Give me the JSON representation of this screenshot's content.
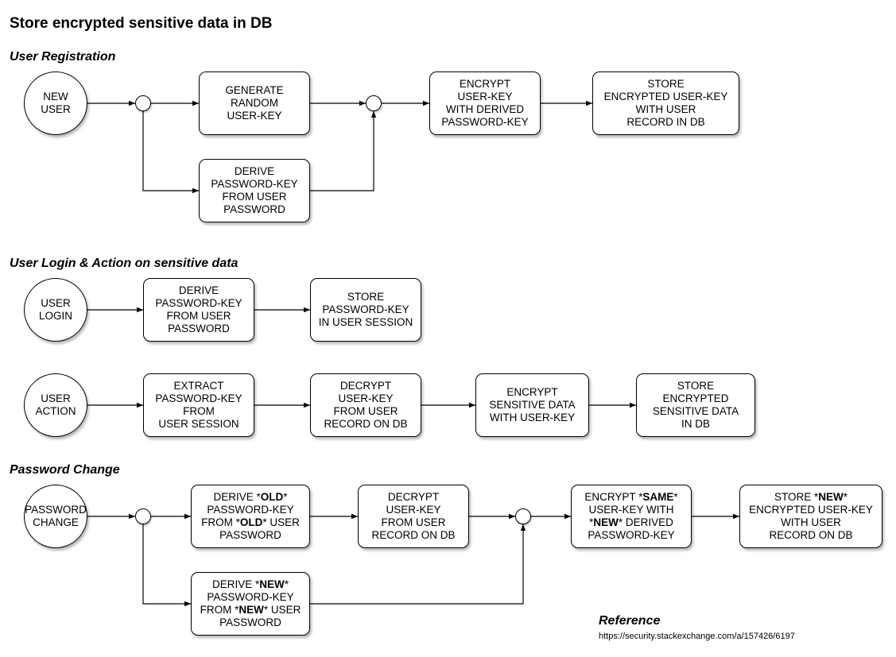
{
  "title": "Store encrypted sensitive data in DB",
  "sections": {
    "registration": "User Registration",
    "login": "User Login & Action on sensitive data",
    "password_change": "Password Change"
  },
  "registration": {
    "new_user": [
      "NEW",
      "USER"
    ],
    "generate": [
      "GENERATE",
      "RANDOM",
      "USER-KEY"
    ],
    "derive": [
      "DERIVE",
      "PASSWORD-KEY",
      "FROM USER",
      "PASSWORD"
    ],
    "encrypt": [
      "ENCRYPT",
      "USER-KEY",
      "WITH DERIVED",
      "PASSWORD-KEY"
    ],
    "store": [
      "STORE",
      "ENCRYPTED USER-KEY",
      "WITH USER",
      "RECORD IN DB"
    ]
  },
  "login": {
    "user_login": [
      "USER",
      "LOGIN"
    ],
    "derive": [
      "DERIVE",
      "PASSWORD-KEY",
      "FROM USER",
      "PASSWORD"
    ],
    "store": [
      "STORE",
      "PASSWORD-KEY",
      "IN USER SESSION"
    ]
  },
  "action": {
    "user_action": [
      "USER",
      "ACTION"
    ],
    "extract": [
      "EXTRACT",
      "PASSWORD-KEY",
      "FROM",
      "USER SESSION"
    ],
    "decrypt": [
      "DECRYPT",
      "USER-KEY",
      "FROM USER",
      "RECORD ON DB"
    ],
    "encrypt": [
      "ENCRYPT",
      "SENSITIVE DATA",
      "WITH USER-KEY"
    ],
    "store": [
      "STORE",
      "ENCRYPTED",
      "SENSITIVE DATA",
      "IN DB"
    ]
  },
  "password_change": {
    "start": [
      "PASSWORD",
      "CHANGE"
    ],
    "derive_old": {
      "line1": [
        "DERIVE *",
        "OLD",
        "*"
      ],
      "line2": "PASSWORD-KEY",
      "line3": [
        "FROM *",
        "OLD",
        "* USER"
      ],
      "line4": "PASSWORD"
    },
    "derive_new": {
      "line1": [
        "DERIVE *",
        "NEW",
        "*"
      ],
      "line2": "PASSWORD-KEY",
      "line3": [
        "FROM *",
        "NEW",
        "* USER"
      ],
      "line4": "PASSWORD"
    },
    "decrypt": [
      "DECRYPT",
      "USER-KEY",
      "FROM USER",
      "RECORD ON DB"
    ],
    "encrypt": {
      "line1": [
        "ENCRYPT *",
        "SAME",
        "*"
      ],
      "line2": "USER-KEY WITH",
      "line3": [
        "*",
        "NEW",
        "* DERIVED"
      ],
      "line4": "PASSWORD-KEY"
    },
    "store": {
      "line1": [
        "STORE *",
        "NEW",
        "*"
      ],
      "line2": "ENCRYPTED USER-KEY",
      "line3": "WITH USER",
      "line4": "RECORD ON DB"
    }
  },
  "reference": {
    "title": "Reference",
    "url": "https://security.stackexchange.com/a/157426/6197"
  }
}
